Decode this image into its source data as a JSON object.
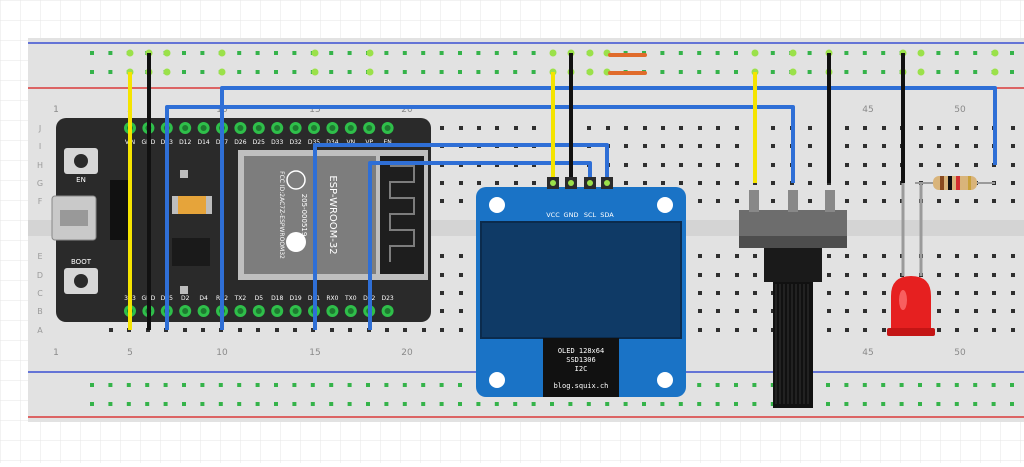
{
  "colors": {
    "background": "#ffffff",
    "grid": "#e6e6e6",
    "breadboard": "#e2e2e2",
    "rail_red": "#d93a3a",
    "rail_blue": "#3b4fd1",
    "hole": "#2f2f2f",
    "hole_green": "#35b34a",
    "esp_board": "#2a2a2a",
    "oled_pcb": "#1a73c6",
    "oled_screen": "#0f3a66",
    "wire_yellow": "#f5e400",
    "wire_black": "#111111",
    "wire_blue": "#2f6fd6",
    "wire_grey": "#9a9a9a",
    "led": "#e62020",
    "resistor_body": "#d9b47a",
    "pot_body": "#6d6d6d"
  },
  "breadboard": {
    "column_numbers_top": [
      "1",
      "5",
      "10",
      "15",
      "20",
      "45",
      "50"
    ],
    "column_numbers_bottom": [
      "1",
      "5",
      "10",
      "15",
      "20",
      "45",
      "50"
    ],
    "row_letters_top": [
      "J",
      "I",
      "H",
      "G",
      "F"
    ],
    "row_letters_bottom": [
      "E",
      "D",
      "C",
      "B",
      "A"
    ]
  },
  "esp32": {
    "top_pins": [
      "VIN",
      "GND",
      "D13",
      "D12",
      "D14",
      "D27",
      "D26",
      "D25",
      "D33",
      "D32",
      "D35",
      "D34",
      "VN",
      "VP",
      "EN"
    ],
    "bottom_pins": [
      "3V3",
      "GND",
      "D15",
      "D2",
      "D4",
      "RX2",
      "TX2",
      "D5",
      "D18",
      "D19",
      "D21",
      "RX0",
      "TX0",
      "D22",
      "D23"
    ],
    "button_en": "EN",
    "button_boot": "BOOT",
    "module_label": "ESP-WROOM-32",
    "module_code": "205-000519",
    "fcc_id": "FCC ID:2AC7Z-ESPWROOM32"
  },
  "oled": {
    "pins": [
      "VCC",
      "GND",
      "SCL",
      "SDA"
    ],
    "label_line1": "OLED 128x64",
    "label_line2": "SSD1306",
    "label_line3": "I2C",
    "website": "blog.squix.ch"
  }
}
